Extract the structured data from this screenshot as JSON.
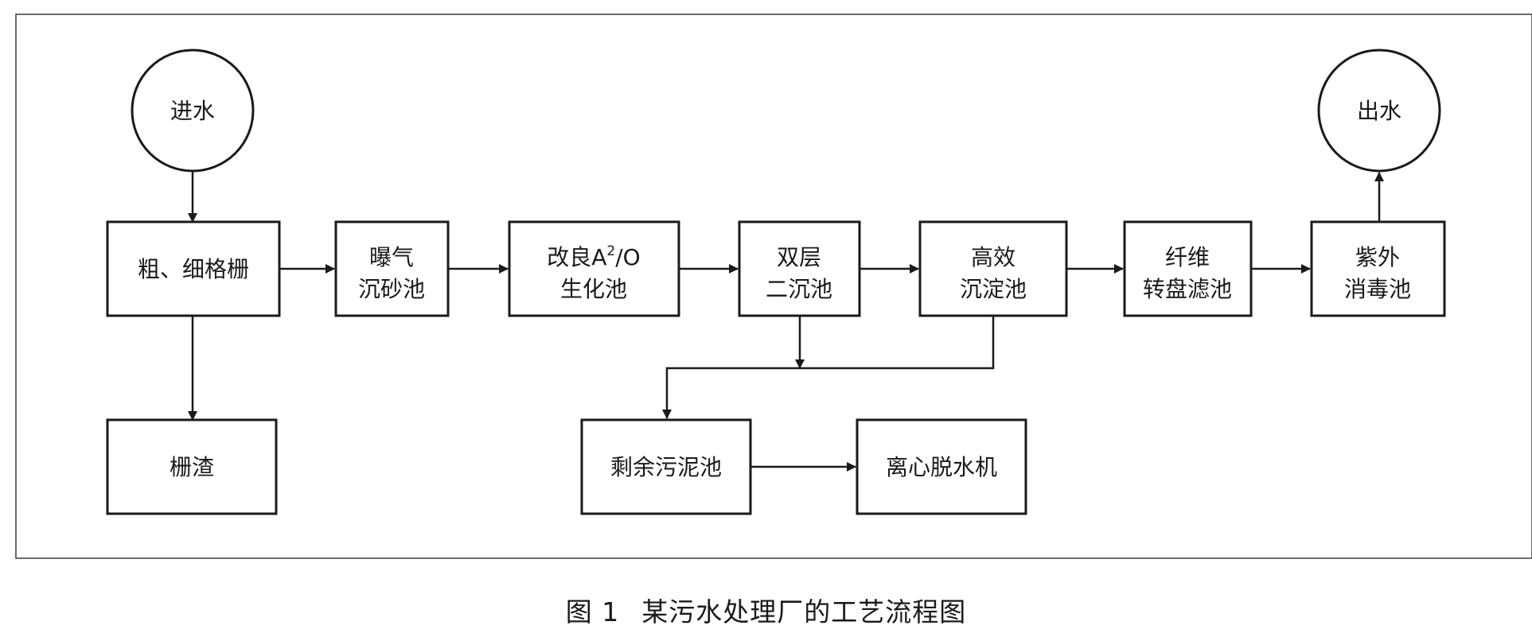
{
  "nodes": {
    "inlet": "进水",
    "outlet": "出水",
    "screen": "粗、细格栅",
    "grit": [
      "曝气",
      "沉砂池"
    ],
    "a2o": {
      "line1_prefix": "改良A",
      "line1_sup": "2",
      "line1_suffix": "/O",
      "line2": "生化池"
    },
    "secondary": [
      "双层",
      "二沉池"
    ],
    "hrs": [
      "高效",
      "沉淀池"
    ],
    "filter": [
      "纤维",
      "转盘滤池"
    ],
    "uv": [
      "紫外",
      "消毒池"
    ],
    "screenings": "栅渣",
    "sludge_tank": "剩余污泥池",
    "centrifuge": "离心脱水机"
  },
  "caption": {
    "number": "图 1",
    "text": "某污水处理厂的工艺流程图"
  },
  "colors": {
    "stroke": "#1a1a1a",
    "background": "#ffffff",
    "text": "#1a1a1a"
  }
}
